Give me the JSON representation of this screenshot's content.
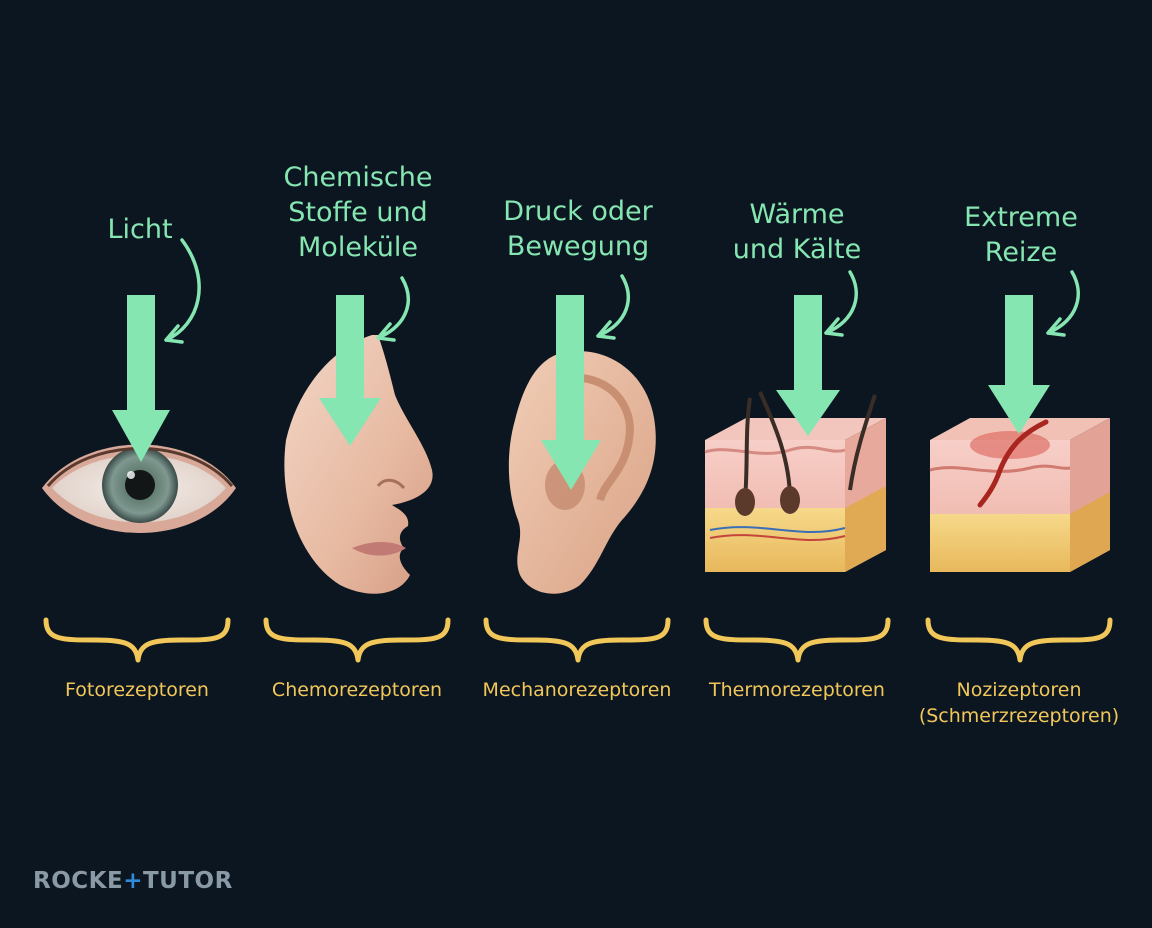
{
  "receptors": [
    {
      "stimulus_lines": [
        "Licht"
      ],
      "label_lines": [
        "Fotorezeptoren"
      ],
      "organ": "eye-icon"
    },
    {
      "stimulus_lines": [
        "Chemische",
        "Stoffe und",
        "Moleküle"
      ],
      "label_lines": [
        "Chemorezeptoren"
      ],
      "organ": "nose-icon"
    },
    {
      "stimulus_lines": [
        "Druck oder",
        "Bewegung"
      ],
      "label_lines": [
        "Mechanorezeptoren"
      ],
      "organ": "ear-icon"
    },
    {
      "stimulus_lines": [
        "Wärme",
        "und Kälte"
      ],
      "label_lines": [
        "Thermorezeptoren"
      ],
      "organ": "skin-icon"
    },
    {
      "stimulus_lines": [
        "Extreme",
        "Reize"
      ],
      "label_lines": [
        "Nozizeptoren",
        "(Schmerzrezeptoren)"
      ],
      "organ": "wounded-skin-icon"
    }
  ],
  "logo": {
    "part1": "ROCKE",
    "plus": "+",
    "part2": "TUTOR"
  },
  "colors": {
    "background": "#0b1620",
    "stimulus_text": "#86e6b2",
    "arrow": "#86e6b2",
    "brace": "#f2c75a",
    "label_text": "#f2c75a",
    "logo": "#8a99a6",
    "logo_accent": "#2f8ad8"
  }
}
